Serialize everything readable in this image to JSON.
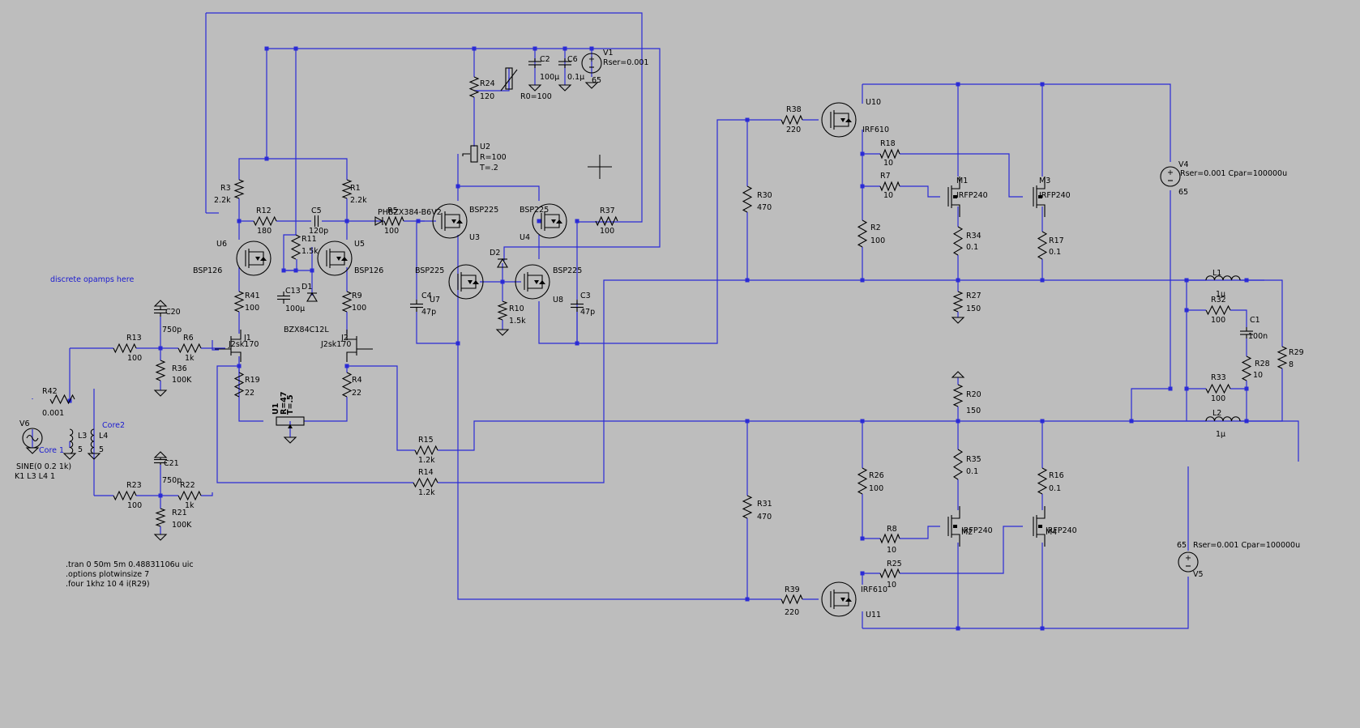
{
  "schematic": {
    "note": "discrete opamps here",
    "directives": [
      ".tran 0 50m 5m 0.48831106u uic",
      ".options plotwinsize 7",
      ".four 1khz 10 4 i(R29)"
    ],
    "coupling": "K1 L3 L4 1",
    "source_value": "SINE(0 0.2 1k)",
    "net_labels": {
      "core1": "Core 1",
      "core2": "Core2"
    },
    "resistors": [
      {
        "ref": "R42",
        "value": "0.001"
      },
      {
        "ref": "R13",
        "value": "100"
      },
      {
        "ref": "R36",
        "value": "100K"
      },
      {
        "ref": "R6",
        "value": "1k"
      },
      {
        "ref": "R23",
        "value": "100"
      },
      {
        "ref": "R21",
        "value": "100K"
      },
      {
        "ref": "R22",
        "value": "1k"
      },
      {
        "ref": "R3",
        "value": "2.2k"
      },
      {
        "ref": "R12",
        "value": "180"
      },
      {
        "ref": "R11",
        "value": "1.5k"
      },
      {
        "ref": "R1",
        "value": "2.2k"
      },
      {
        "ref": "R41",
        "value": "100"
      },
      {
        "ref": "R9",
        "value": "100"
      },
      {
        "ref": "R19",
        "value": "22"
      },
      {
        "ref": "R4",
        "value": "22"
      },
      {
        "ref": "R15",
        "value": "1.2k"
      },
      {
        "ref": "R14",
        "value": "1.2k"
      },
      {
        "ref": "R5",
        "value": "100"
      },
      {
        "ref": "R24",
        "value": "120"
      },
      {
        "ref": "R10",
        "value": "1.5k"
      },
      {
        "ref": "R37",
        "value": "100"
      },
      {
        "ref": "R38",
        "value": "220"
      },
      {
        "ref": "R30",
        "value": "470"
      },
      {
        "ref": "R18",
        "value": "10"
      },
      {
        "ref": "R7",
        "value": "10"
      },
      {
        "ref": "R2",
        "value": "100"
      },
      {
        "ref": "R34",
        "value": "0.1"
      },
      {
        "ref": "R17",
        "value": "0.1"
      },
      {
        "ref": "R27",
        "value": "150"
      },
      {
        "ref": "R20",
        "value": "150"
      },
      {
        "ref": "R35",
        "value": "0.1"
      },
      {
        "ref": "R26",
        "value": "100"
      },
      {
        "ref": "R16",
        "value": "0.1"
      },
      {
        "ref": "R31",
        "value": "470"
      },
      {
        "ref": "R8",
        "value": "10"
      },
      {
        "ref": "R25",
        "value": "10"
      },
      {
        "ref": "R39",
        "value": "220"
      },
      {
        "ref": "R32",
        "value": "100"
      },
      {
        "ref": "R28",
        "value": "10"
      },
      {
        "ref": "R33",
        "value": "100"
      },
      {
        "ref": "R29",
        "value": "8"
      }
    ],
    "capacitors": [
      {
        "ref": "C20",
        "value": "750p"
      },
      {
        "ref": "C21",
        "value": "750p"
      },
      {
        "ref": "C5",
        "value": "120p"
      },
      {
        "ref": "C13",
        "value": "100µ"
      },
      {
        "ref": "C4",
        "value": "47p"
      },
      {
        "ref": "C3",
        "value": "47p"
      },
      {
        "ref": "C2",
        "value": "100µ"
      },
      {
        "ref": "C6",
        "value": "0.1µ"
      },
      {
        "ref": "C1",
        "value": "100n"
      }
    ],
    "inductors": [
      {
        "ref": "L3",
        "value": "5"
      },
      {
        "ref": "L4",
        "value": "5"
      },
      {
        "ref": "L1",
        "value": "1µ"
      },
      {
        "ref": "L2",
        "value": "1µ"
      }
    ],
    "transistors": [
      {
        "ref": "U6",
        "part": "BSP126"
      },
      {
        "ref": "U5",
        "part": "BSP126"
      },
      {
        "ref": "J1",
        "part": "J2sk170"
      },
      {
        "ref": "J2",
        "part": "J2sk170"
      },
      {
        "ref": "U3",
        "part": "BSP225"
      },
      {
        "ref": "U4",
        "part": "BSP225"
      },
      {
        "ref": "U7",
        "part": "BSP225"
      },
      {
        "ref": "U8",
        "part": "BSP225"
      },
      {
        "ref": "U10",
        "part": "IRF610"
      },
      {
        "ref": "U11",
        "part": "IRF610"
      },
      {
        "ref": "M1",
        "part": "IRFP240"
      },
      {
        "ref": "M3",
        "part": "IRFP240"
      },
      {
        "ref": "M2",
        "part": "IRFP240"
      },
      {
        "ref": "M4",
        "part": "IRFP240"
      }
    ],
    "diodes": [
      {
        "ref": "D1",
        "part": "BZX84C12L"
      },
      {
        "ref": "D2",
        "part": ""
      },
      {
        "ref": "R5a",
        "part": "PHBZX384-B6V2"
      }
    ],
    "potentiometers": [
      {
        "ref": "U1",
        "r": "R=47",
        "t": "T=.5"
      },
      {
        "ref": "U2",
        "r": "R=100",
        "t": "T=.2"
      }
    ],
    "thermistor": {
      "value": "R0=100"
    },
    "sources": [
      {
        "ref": "V1",
        "value": "65",
        "param": "Rser=0.001"
      },
      {
        "ref": "V4",
        "value": "65",
        "param": "Rser=0.001 Cpar=100000u"
      },
      {
        "ref": "V5",
        "value": "65",
        "param": "Rser=0.001 Cpar=100000u"
      },
      {
        "ref": "V6",
        "value": "",
        "param": ""
      }
    ]
  }
}
